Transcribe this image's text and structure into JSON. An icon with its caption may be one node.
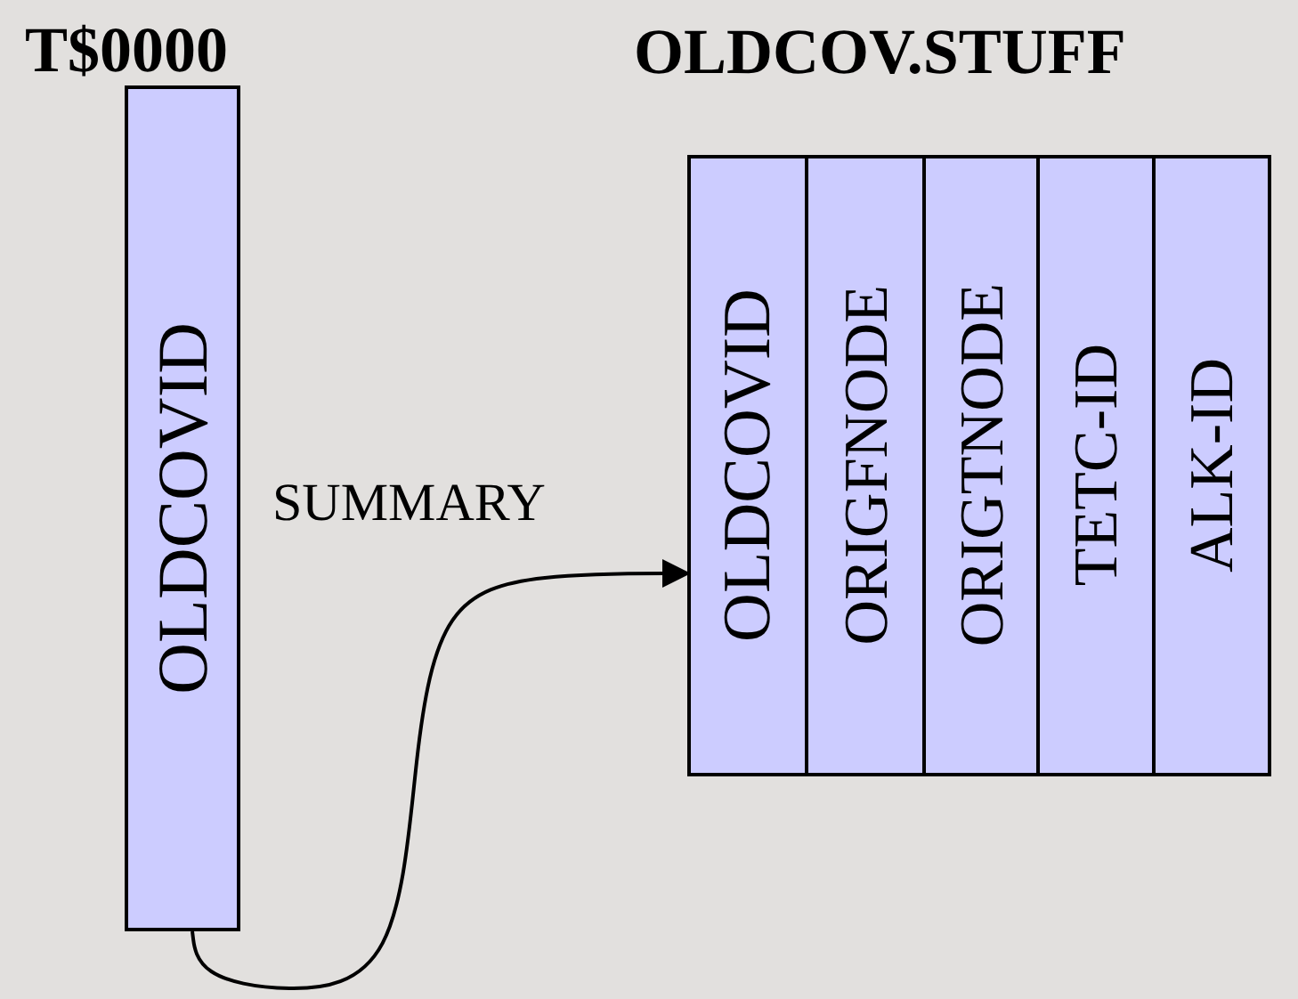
{
  "diagram": {
    "nodes": [
      {
        "text": [
          "T$0000",
          "OLDCOVID"
        ]
      },
      {
        "text": [
          "OLDCOV.STUFF"
        ]
      },
      {
        "text": [
          "OLDCOVID"
        ],
        "in": 1
      },
      {
        "text": [
          "ORIGFNODE"
        ],
        "in": 1
      },
      {
        "text": [
          "ORIGTNODE"
        ],
        "in": 1
      },
      {
        "text": [
          "TETC-ID"
        ],
        "in": 1
      },
      {
        "text": [
          "ALK-ID"
        ],
        "in": 1
      }
    ],
    "edges": [
      {
        "from": 0,
        "to": 2,
        "arrow": "to",
        "label": "SUMMARY"
      }
    ]
  }
}
